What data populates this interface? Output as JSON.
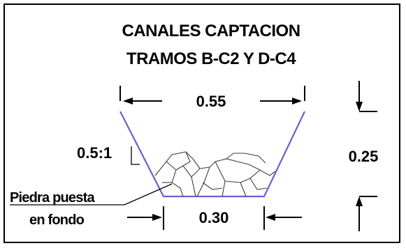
{
  "title": {
    "line1": "CANALES  CAPTACION",
    "line2": "TRAMOS B-C2 Y D-C4"
  },
  "dimensions": {
    "top_width": "0.55",
    "bottom_width": "0.30",
    "depth": "0.25",
    "slope": "0.5:1"
  },
  "annotation": {
    "line1": "Piedra puesta",
    "line2": "en fondo"
  },
  "colors": {
    "channel_lines": "#6a5fd0",
    "text": "#000000",
    "background": "#ffffff"
  }
}
